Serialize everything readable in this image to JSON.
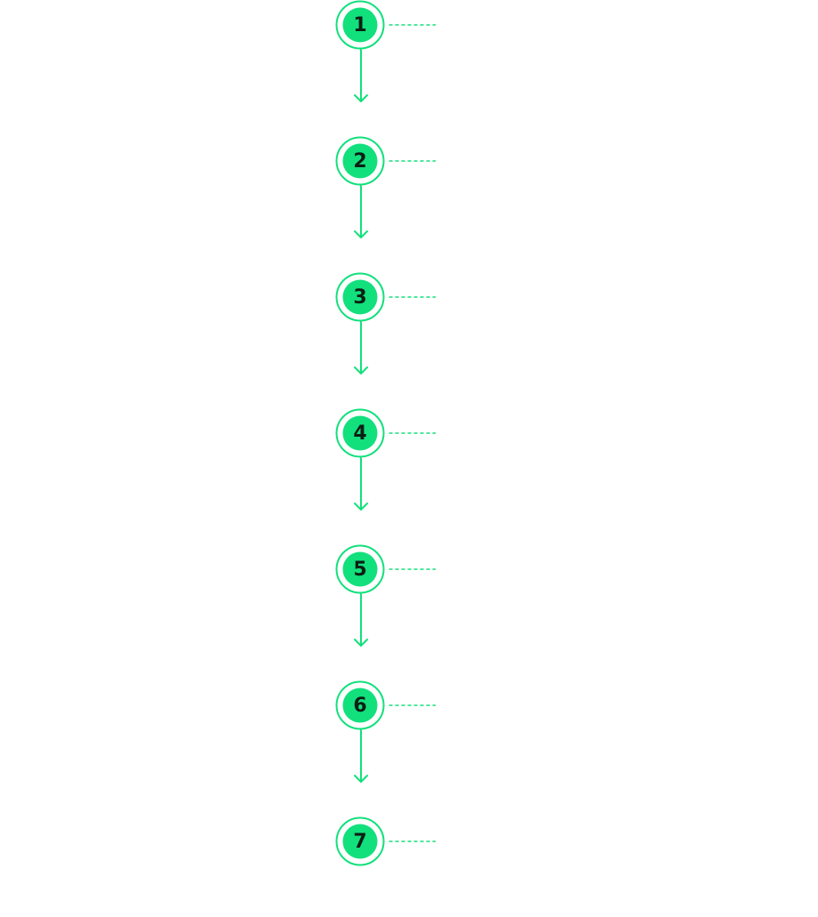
{
  "colors": {
    "accent": "#12e07c",
    "text": "#0b1f14",
    "background": "#ffffff"
  },
  "steps": [
    {
      "number": "1"
    },
    {
      "number": "2"
    },
    {
      "number": "3"
    },
    {
      "number": "4"
    },
    {
      "number": "5"
    },
    {
      "number": "6"
    },
    {
      "number": "7"
    }
  ]
}
